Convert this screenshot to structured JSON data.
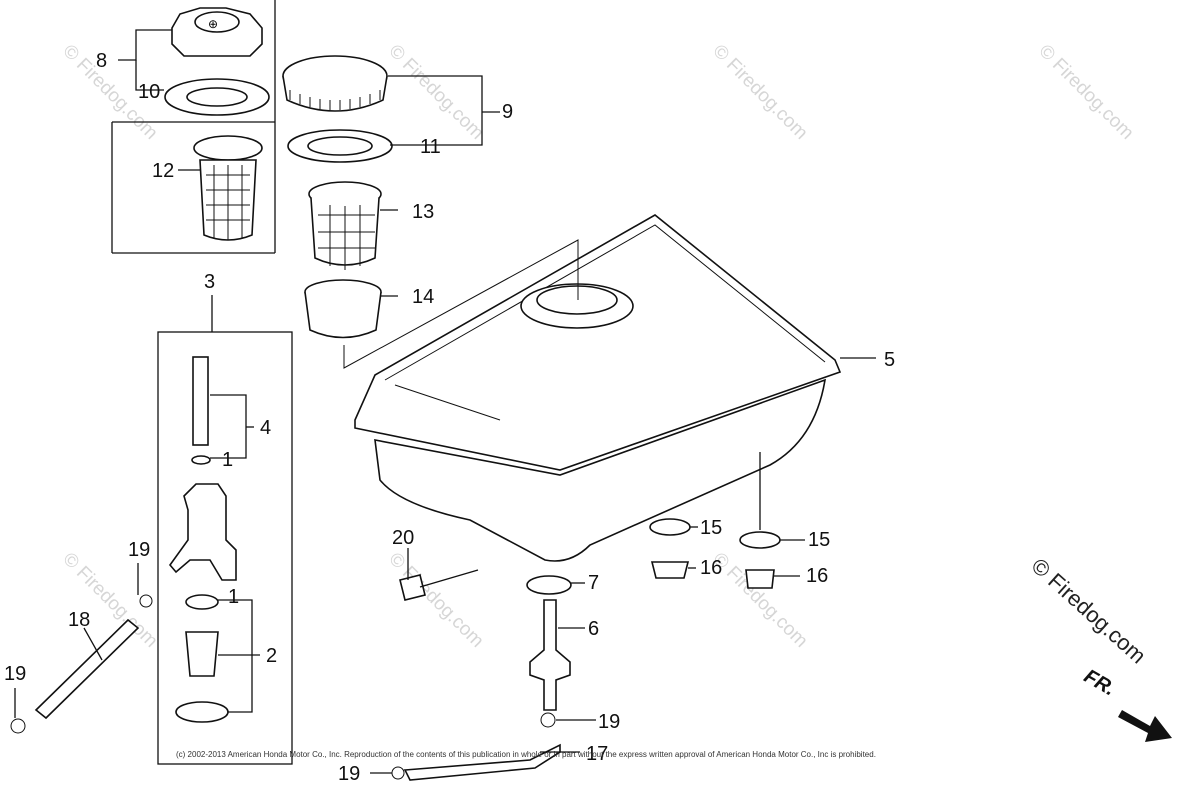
{
  "callouts": {
    "c8": "8",
    "c10": "10",
    "c12": "12",
    "c9": "9",
    "c11": "11",
    "c13": "13",
    "c14": "14",
    "c3": "3",
    "c4": "4",
    "c1a": "1",
    "c1b": "1",
    "c2": "2",
    "c5": "5",
    "c15a": "15",
    "c15b": "15",
    "c16a": "16",
    "c16b": "16",
    "c7": "7",
    "c6": "6",
    "c20": "20",
    "c19a": "19",
    "c19b": "19",
    "c19c": "19",
    "c19d": "19",
    "c18": "18",
    "c17": "17"
  },
  "watermark": "© Firedog.com",
  "brand": "© Firedog.com",
  "front_label": "FR.",
  "copyright": "(c) 2002-2013 American Honda Motor Co., Inc. Reproduction of the contents of this publication in whole or in part without the express written approval of American Honda Motor Co., Inc is prohibited."
}
